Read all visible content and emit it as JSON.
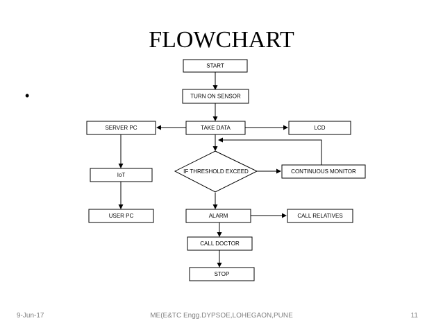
{
  "slide": {
    "title": "FLOWCHART",
    "bullet": "•"
  },
  "flowchart": {
    "start": "START",
    "turn_on_sensor": "TURN ON SENSOR",
    "take_data": "TAKE DATA",
    "server_pc": "SERVER PC",
    "lcd": "LCD",
    "iot": "IoT",
    "user_pc": "USER PC",
    "decision": "IF THRESHOLD EXCEED",
    "continuous_monitor": "CONTINUOUS MONITOR",
    "alarm": "ALARM",
    "call_relatives": "CALL RELATIVES",
    "call_doctor": "CALL DOCTOR",
    "stop": "STOP"
  },
  "footer": {
    "date": "9-Jun-17",
    "institution": "ME(E&TC Engg.DYPSOE,LOHEGAON,PUNE",
    "page_number": "11"
  }
}
